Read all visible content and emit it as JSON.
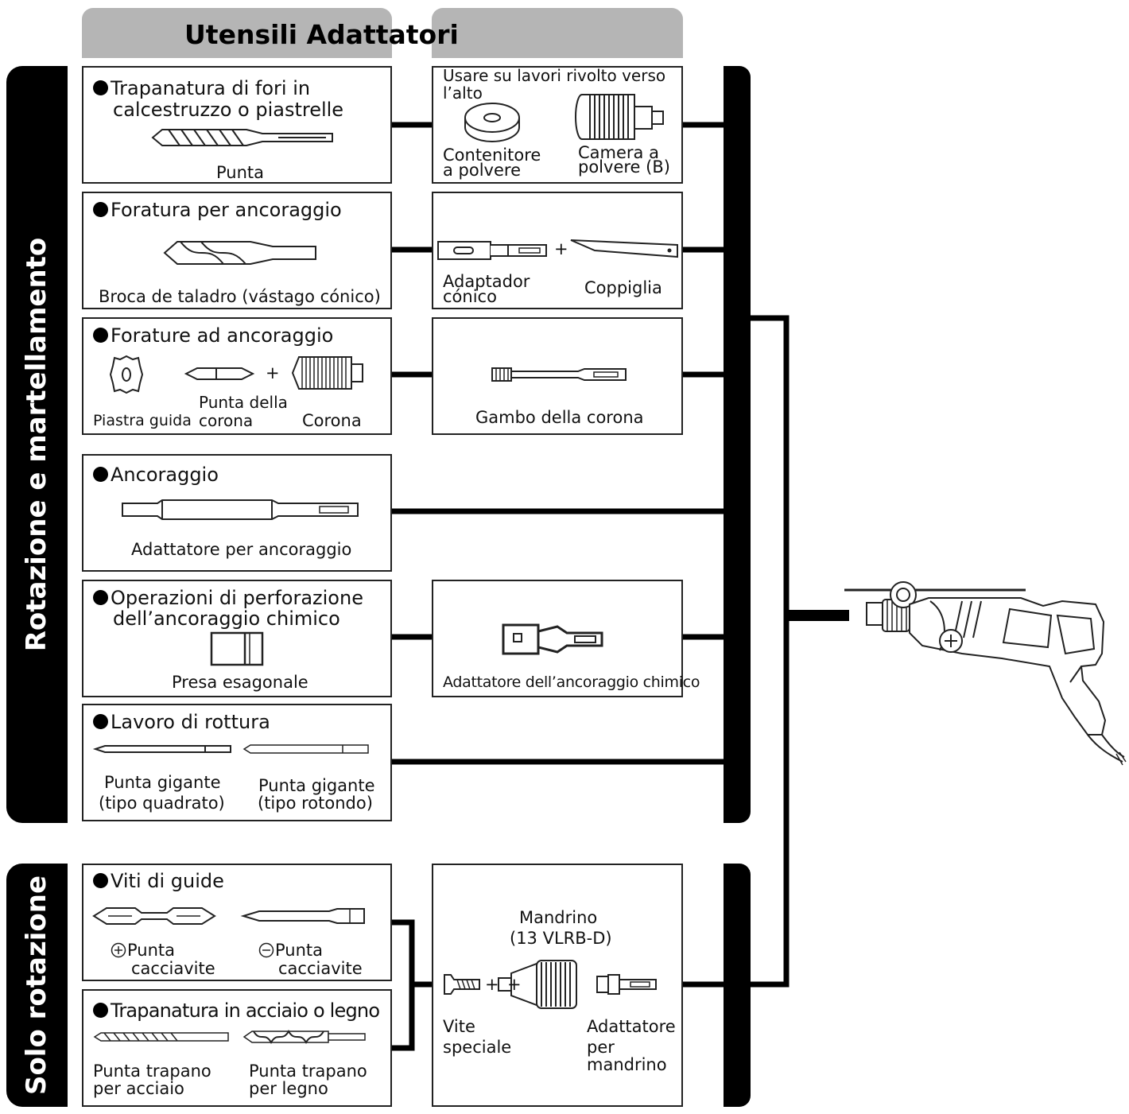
{
  "header": {
    "utensili_adattatori": "Utensili Adattatori"
  },
  "side_labels": {
    "rotation_hammering": "Rotazione e martellamento",
    "rotation_only": "Solo rotazione"
  },
  "tools": {
    "concrete": {
      "title_line1": "Trapanatura di fori in",
      "title_line2": "calcestruzzo o piastrelle",
      "bit": "Punta"
    },
    "anchor_drill": {
      "title": "Foratura per ancoraggio",
      "bit": "Broca de taladro (vástago cónico)"
    },
    "core": {
      "title": "Forature ad ancoraggio",
      "plate": "Piastra guida",
      "center_pin_1": "Punta della",
      "center_pin_2": "corona",
      "core_bit": "Corona",
      "plus": "+"
    },
    "anchoring": {
      "title": "Ancoraggio",
      "adapter": "Adattatore per ancoraggio"
    },
    "chemical": {
      "title_line1": "Operazioni di perforazione",
      "title_line2": "dell’ancoraggio chimico",
      "socket": "Presa esagonale"
    },
    "breaking": {
      "title": "Lavoro di rottura",
      "square_1": "Punta gigante",
      "square_2": "(tipo quadrato)",
      "round_1": "Punta gigante",
      "round_2": "(tipo rotondo)"
    },
    "screw": {
      "title": "Viti di guide",
      "plus_bit_1": "Punta",
      "plus_bit_2": "cacciavite",
      "minus_bit_1": "Punta",
      "minus_bit_2": "cacciavite"
    },
    "steel_wood": {
      "title": "Trapanatura in acciaio o legno",
      "steel_1": "Punta trapano",
      "steel_2": "per acciaio",
      "wood_1": "Punta trapano",
      "wood_2": "per legno"
    }
  },
  "adapters": {
    "dust": {
      "note_line1": "Usare su lavori rivolto verso",
      "note_line2": "l’alto",
      "cup_1": "Contenitore",
      "cup_2": "a polvere",
      "chamber_1": "Camera a",
      "chamber_2": "polvere (B)"
    },
    "taper": {
      "adapter_1": "Adaptador",
      "adapter_2": "cónico",
      "cotter": "Coppiglia",
      "plus": "+"
    },
    "core_shank": {
      "label": "Gambo della corona"
    },
    "chemical": {
      "label": "Adattatore dell’ancoraggio chimico"
    },
    "chuck": {
      "name_1": "Mandrino",
      "name_2": "(13 VLRB-D)",
      "screw_1": "Vite",
      "screw_2": "speciale",
      "adapter_1": "Adattatore",
      "adapter_2": "per",
      "adapter_3": "mandrino",
      "plus_a": "+",
      "plus_b": "+"
    }
  }
}
